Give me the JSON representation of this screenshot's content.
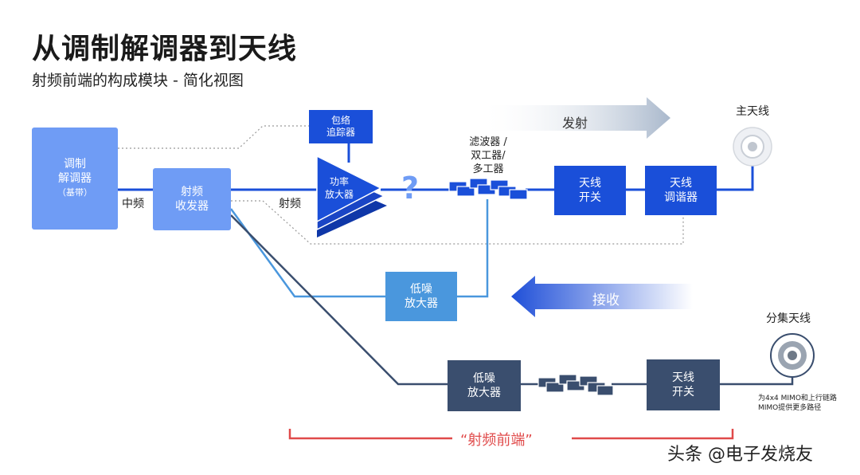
{
  "title": "从调制解调器到天线",
  "subtitle": "射频前端的构成模块 - 简化视图",
  "blocks": {
    "modem": "调制\n解调器",
    "modem_sub": "（基带）",
    "transceiver": "射频\n收发器",
    "envelope_tracker": "包络\n追踪器",
    "pa": "功率\n放大器",
    "filters": "滤波器 /\n双工器/\n多工器",
    "antenna_switch_top": "天线\n开关",
    "antenna_tuner": "天线\n调谐器",
    "lna_mid": "低噪\n放大器",
    "lna_bottom": "低噪\n放大器",
    "antenna_switch_bottom": "天线\n开关"
  },
  "labels": {
    "if": "中频",
    "rf": "射频",
    "question": "?",
    "transmit": "发射",
    "receive": "接收",
    "main_antenna": "主天线",
    "diversity_antenna": "分集天线",
    "diversity_note": "为4x4 MIMO和上行链路MIMO提供更多路径",
    "rf_front_end": "“射频前端”",
    "watermark": "头条 @电子发烧友"
  },
  "colors": {
    "light_blue": "#6f9cf5",
    "dark_blue": "#1a4fd9",
    "teal": "#4a97dd",
    "navy": "#3a4e6e",
    "bracket_red": "#e04a4a"
  }
}
